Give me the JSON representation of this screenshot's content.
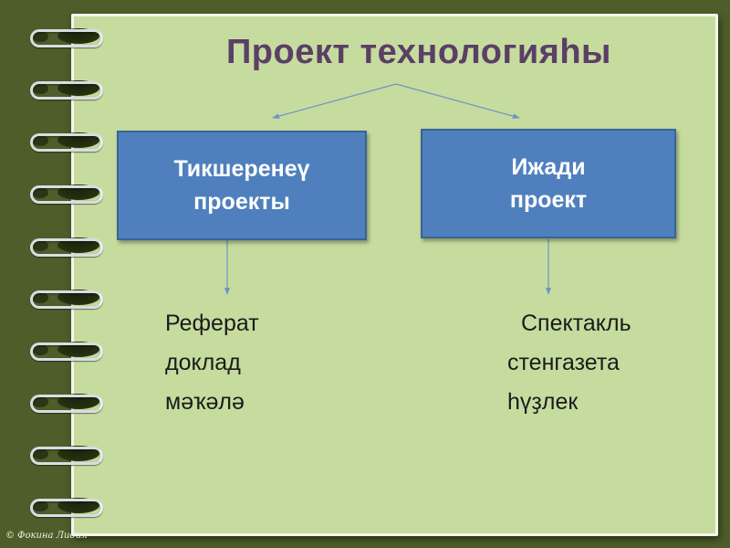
{
  "title": "Проект технологияһы",
  "boxes": {
    "left": {
      "line1": "Тикшеренеү",
      "line2": "проекты"
    },
    "right": {
      "line1": "Ижади",
      "line2": "проект"
    }
  },
  "left_list": [
    "Реферат",
    "доклад",
    "мәҡәлә"
  ],
  "right_list": [
    "Спектакль",
    "стенгазета",
    "һүҙлек"
  ],
  "copyright": "© Фокина Лидия",
  "colors": {
    "background": "#4d5e2a",
    "page": "#c6dc9e",
    "box_fill": "#4f80bd",
    "title": "#5b3f66",
    "arrow": "#6f93c9"
  }
}
